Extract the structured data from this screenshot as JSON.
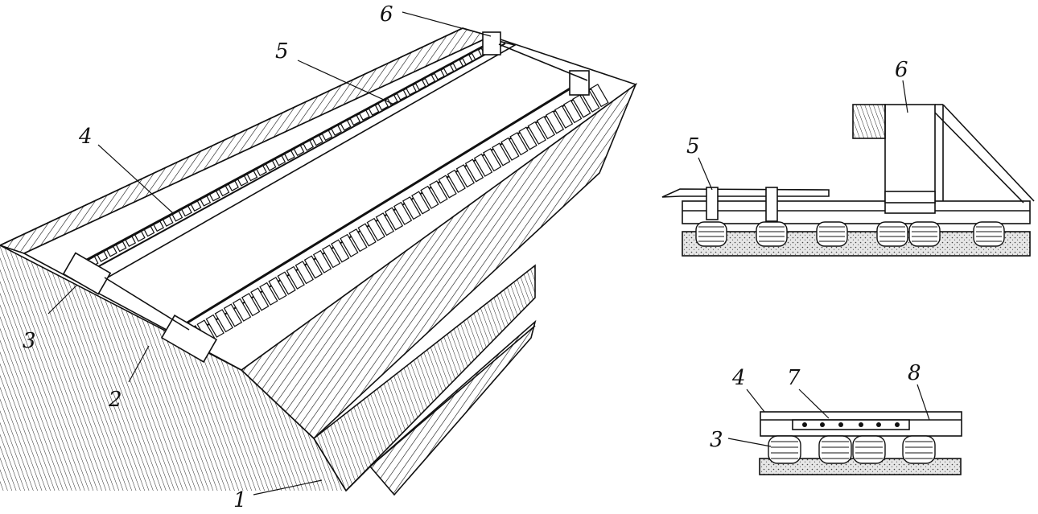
{
  "labels": {
    "main": {
      "l1": "1",
      "l2": "2",
      "l3": "3",
      "l4": "4",
      "l5": "5",
      "l6": "6"
    },
    "side_view": {
      "l5": "5",
      "l6": "6"
    },
    "joint_view": {
      "l3": "3",
      "l4": "4",
      "l7": "7",
      "l8": "8"
    }
  },
  "colors": {
    "ink": "#111111",
    "paper": "#ffffff",
    "gravel": "#d9d9d9"
  }
}
